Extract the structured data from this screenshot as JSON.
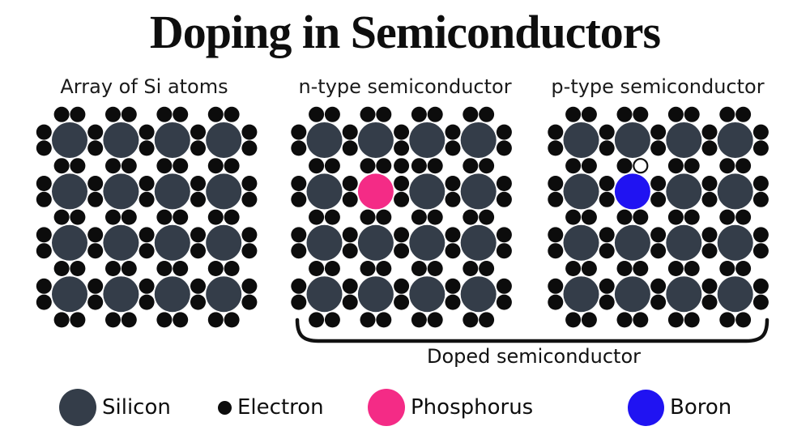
{
  "title": "Doping in Semiconductors",
  "colors": {
    "silicon": "#343d49",
    "electron": "#0c0c0c",
    "phosphorus": "#f42b86",
    "boron": "#2013f2",
    "hole_fill": "#ffffff",
    "hole_stroke": "#111111",
    "brace": "#111111",
    "background": "#ffffff"
  },
  "arrays": [
    {
      "id": "si-array",
      "label": "Array of Si atoms",
      "rows": 4,
      "cols": 4,
      "dopant": null
    },
    {
      "id": "n-type-array",
      "label": "n-type semiconductor",
      "rows": 4,
      "cols": 4,
      "dopant": {
        "element": "Phosphorus",
        "color_key": "phosphorus",
        "row": 2,
        "col": 2
      },
      "extra_electron": "upper-right-of-dopant"
    },
    {
      "id": "p-type-array",
      "label": "p-type semiconductor",
      "rows": 4,
      "cols": 4,
      "dopant": {
        "element": "Boron",
        "color_key": "boron",
        "row": 2,
        "col": 2
      },
      "hole": "above-right-of-dopant"
    }
  ],
  "brace": {
    "label": "Doped semiconductor"
  },
  "legend": {
    "items": [
      {
        "label": "Silicon",
        "color_key": "silicon",
        "size": "large"
      },
      {
        "label": "Electron",
        "color_key": "electron",
        "size": "small"
      },
      {
        "label": "Phosphorus",
        "color_key": "phosphorus",
        "size": "large"
      },
      {
        "label": "Boron",
        "color_key": "boron",
        "size": "large"
      }
    ]
  }
}
